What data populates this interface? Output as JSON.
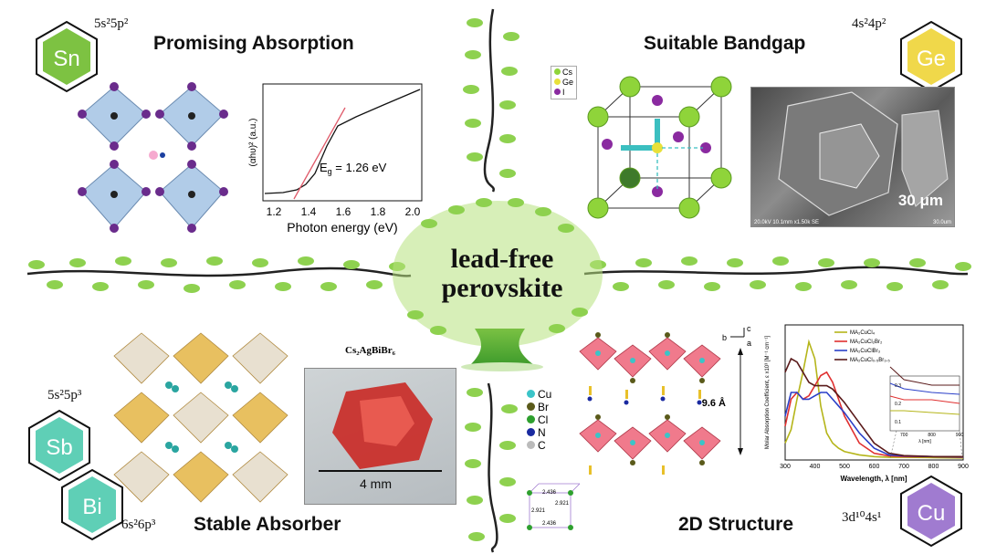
{
  "center": {
    "line1": "lead-free",
    "line2": "perovskite"
  },
  "quadrants": {
    "sn": {
      "title": "Promising  Absorption",
      "element": "Sn",
      "config": "5s²5p²",
      "color": "#7dc242"
    },
    "ge": {
      "title": "Suitable Bandgap",
      "element": "Ge",
      "config": "4s²4p²",
      "color": "#f0d84a"
    },
    "sbbi": {
      "title": "Stable Absorber",
      "element1": "Sb",
      "element2": "Bi",
      "config1": "5s²5p³",
      "config2": "6s²6p³",
      "color": "#5fcfb6"
    },
    "cu": {
      "title": "2D Structure",
      "element": "Cu",
      "config": "3d¹⁰4s¹",
      "color": "#a07bd0"
    }
  },
  "tauc_plot": {
    "ylabel": "(αhυ)² (a.u.)",
    "xlabel": "Photon energy (eV)",
    "x_ticks": [
      "1.2",
      "1.4",
      "1.6",
      "1.8",
      "2.0"
    ],
    "annotation": "E",
    "annotation_sub": "g",
    "annotation_rest": " = 1.26 eV"
  },
  "ge_legend": [
    "Cs",
    "Ge",
    "I"
  ],
  "ge_sem": {
    "scale_label": "30 μm",
    "footer_left": "20.0kV 10.1mm x1.50k SE",
    "footer_right": "30.0um"
  },
  "sb_crystal": {
    "label": "Cs₂AgBiBr₆",
    "scale": "4 mm"
  },
  "cu_legend": [
    "Cu",
    "Br",
    "Cl",
    "N",
    "C"
  ],
  "cu_structure": {
    "spacing": "9.6 Å",
    "axis_b": "b",
    "axis_c": "c",
    "axis_a": "a"
  },
  "cu_unitcell_labels": [
    "2.436",
    "2.921",
    "2.921",
    "2.436"
  ],
  "chart_data": {
    "type": "line",
    "xlabel": "Wavelength, λ [nm]",
    "ylabel": "Molar Absorption Coefficient, ε x10³ [M⁻¹ cm⁻¹]",
    "xlim": [
      300,
      900
    ],
    "ylim": [
      0,
      4
    ],
    "x_ticks": [
      "300",
      "400",
      "500",
      "600",
      "700",
      "800",
      "900"
    ],
    "legend_placement": "top-right",
    "series": [
      {
        "name": "MA₂CuCl₄",
        "color": "#b5b51a",
        "x": [
          300,
          320,
          340,
          360,
          380,
          400,
          420,
          440,
          460,
          480,
          500,
          550,
          600,
          650,
          700,
          800,
          900
        ],
        "y": [
          0.5,
          0.9,
          1.8,
          2.6,
          3.5,
          3.0,
          1.6,
          0.8,
          0.5,
          0.35,
          0.25,
          0.15,
          0.1,
          0.08,
          0.08,
          0.07,
          0.06
        ]
      },
      {
        "name": "MA₂CuCl₂Br₂",
        "color": "#e03030",
        "x": [
          300,
          320,
          340,
          360,
          380,
          400,
          420,
          440,
          460,
          480,
          500,
          550,
          600,
          650,
          700,
          800,
          900
        ],
        "y": [
          1.0,
          1.8,
          2.0,
          1.8,
          1.9,
          2.2,
          2.5,
          2.6,
          2.3,
          1.8,
          1.3,
          0.5,
          0.2,
          0.12,
          0.1,
          0.1,
          0.08
        ]
      },
      {
        "name": "MA₂CuClBr₃",
        "color": "#2a3fc8",
        "x": [
          300,
          320,
          340,
          360,
          380,
          400,
          420,
          440,
          460,
          480,
          500,
          550,
          600,
          650,
          700,
          800,
          900
        ],
        "y": [
          1.3,
          2.0,
          2.0,
          1.8,
          1.8,
          1.9,
          2.0,
          2.0,
          1.8,
          1.6,
          1.4,
          0.8,
          0.35,
          0.15,
          0.12,
          0.1,
          0.09
        ]
      },
      {
        "name": "MA₂CuCl₀.₅Br₃.₅",
        "color": "#5a1a1a",
        "x": [
          300,
          320,
          340,
          360,
          380,
          400,
          420,
          440,
          460,
          480,
          500,
          550,
          600,
          650,
          700,
          800,
          900
        ],
        "y": [
          2.6,
          3.0,
          2.9,
          2.6,
          2.3,
          2.2,
          2.2,
          2.2,
          2.1,
          1.9,
          1.7,
          1.1,
          0.5,
          0.2,
          0.13,
          0.1,
          0.1
        ]
      }
    ],
    "inset": {
      "x_ticks": [
        "700",
        "800",
        "900"
      ],
      "xlabel": "λ [nm]",
      "y_ticks": [
        "0.3",
        "0.2",
        "0.1"
      ]
    }
  }
}
